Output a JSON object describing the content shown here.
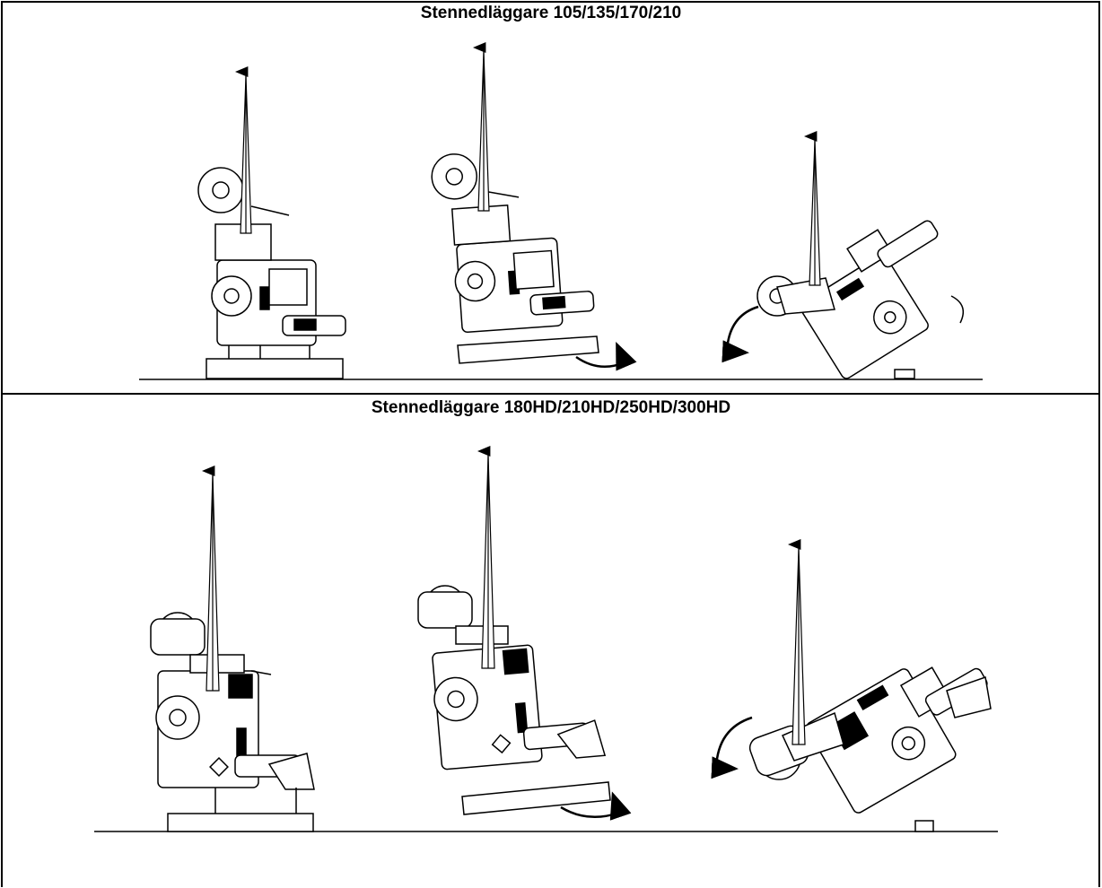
{
  "sections": [
    {
      "title": "Stennedläggare 105/135/170/210"
    },
    {
      "title": "Stennedläggare 180HD/210HD/250HD/300HD"
    }
  ],
  "icons": [
    "lift-arrow-icon",
    "rotation-arrow-icon",
    "machine-illustration"
  ]
}
